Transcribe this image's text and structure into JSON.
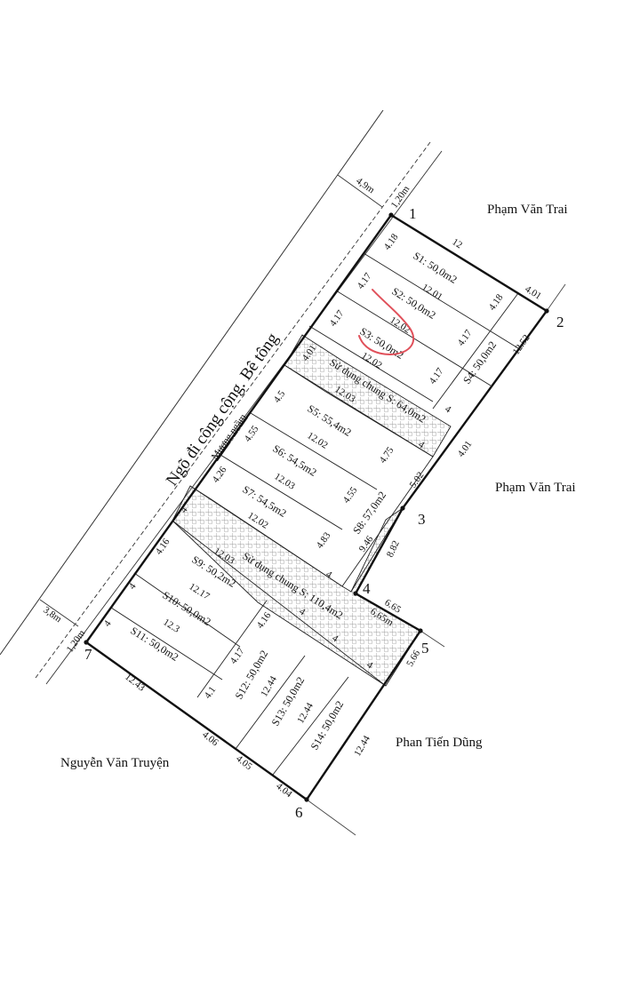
{
  "drawing": {
    "road_label": "Ngõ đi công cộng. Bê tông",
    "ditch_label": "Mương ngầm",
    "road_width_top": "4,9m",
    "ditch_width_top": "1,20m",
    "road_width_bottom": "3,8m",
    "ditch_width_bottom": "1,20m",
    "neighbors": {
      "north": "Phạm Văn Trai",
      "east": "Phạm Văn Trai",
      "southeast": "Phan Tiến Dũng",
      "southwest": "Nguyễn Văn Truyện"
    },
    "points": [
      "1",
      "2",
      "3",
      "4",
      "5",
      "6",
      "7"
    ],
    "boundary_dims": {
      "p1_p2_a": "12",
      "p1_p2_b": "4.01",
      "p2_p3": "12.52",
      "p2_p3_lower": "4.01",
      "p3_upper": "5.02",
      "p3_p4": "8.82",
      "p4_inner": "9.46",
      "p4_p5": "6.65",
      "p4_p5_m": "6,65m",
      "p5_p6_a": "5.66",
      "p5_p6_b": "12.44",
      "p6_p7_a": "4.04",
      "p6_p7_b": "4.05",
      "p6_p7_c": "4.06",
      "p6_p7_d": "12.43"
    },
    "plots": [
      {
        "id": "S1",
        "label": "S1: 50,0m2",
        "front": "4.18",
        "depth": "12.01"
      },
      {
        "id": "S2",
        "label": "S2: 50,0m2",
        "front": "4.17",
        "depth": "12.02",
        "back": "4.18"
      },
      {
        "id": "S3",
        "label": "S3: 50,0m2",
        "front": "4.17",
        "depth": "12.02",
        "back": "4.17",
        "highlighted": true
      },
      {
        "id": "S4",
        "label": "S4: 50,0m2",
        "front": "4.17",
        "side": "4"
      },
      {
        "id": "S5",
        "label": "S5: 55,4m2",
        "front": "4.5",
        "depth": "12.02",
        "back": "4.75"
      },
      {
        "id": "S6",
        "label": "S6: 54,5m2",
        "front": "4.55",
        "depth": "12.03",
        "back": "4.55"
      },
      {
        "id": "S7",
        "label": "S7: 54,5m2",
        "front": "4.26",
        "depth": "12.02",
        "back": "4.83"
      },
      {
        "id": "S8",
        "label": "S8: 57,0m2"
      },
      {
        "id": "S9",
        "label": "S9: 50,2m2",
        "front": "4.16",
        "depth": "12.17",
        "back": "4.16"
      },
      {
        "id": "S10",
        "label": "S10: 50,0m2",
        "front": "4",
        "depth": "12.3",
        "back": "4.17"
      },
      {
        "id": "S11",
        "label": "S11: 50,0m2",
        "front": "4",
        "back": "4.1"
      },
      {
        "id": "S12",
        "label": "S12: 50,0m2",
        "depth": "12.44"
      },
      {
        "id": "S13",
        "label": "S13: 50,0m2",
        "depth": "12.44"
      },
      {
        "id": "S14",
        "label": "S14: 50,0m2"
      }
    ],
    "shared_areas": [
      {
        "label": "Sử dụng chung S: 64,0m2",
        "front": "4.01",
        "depth": "12.03",
        "side_a": "4",
        "side_b": "4"
      },
      {
        "label": "Sử dụng chung S: 110,4m2",
        "front": "4",
        "depth": "12.03",
        "side_a": "4",
        "side_b": "4",
        "side_c": "4",
        "side_d": "4"
      }
    ],
    "colors": {
      "line": "#111111",
      "thin": "#333333",
      "hatch": "#8a8a8a",
      "annotation": "#e0505a"
    }
  }
}
